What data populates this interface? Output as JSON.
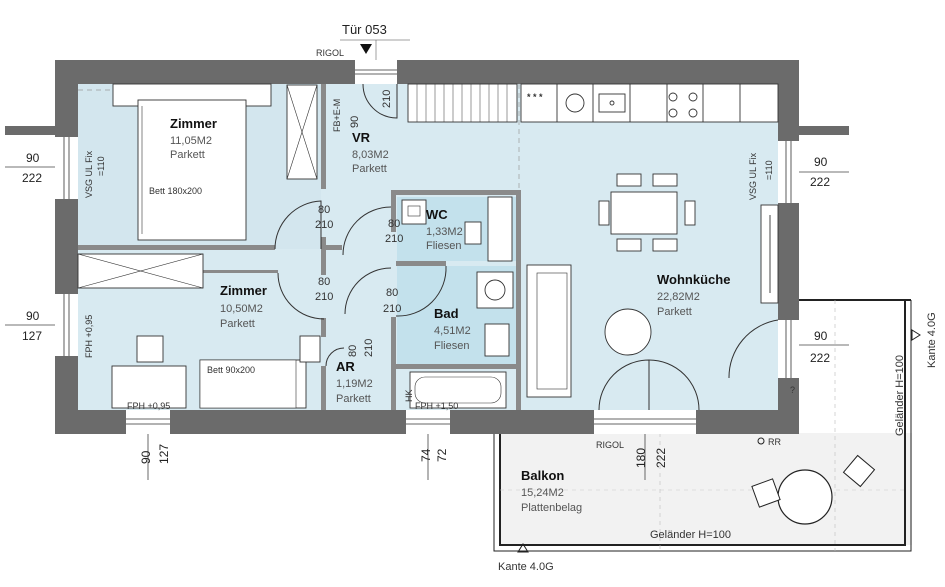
{
  "door_label": "Tür 053",
  "rooms": [
    {
      "key": "zimmer1",
      "name": "Zimmer",
      "area": "11,05M2",
      "floor": "Parkett"
    },
    {
      "key": "vr",
      "name": "VR",
      "area": "8,03M2",
      "floor": "Parkett"
    },
    {
      "key": "wc",
      "name": "WC",
      "area": "1,33M2",
      "floor": "Fliesen"
    },
    {
      "key": "zimmer2",
      "name": "Zimmer",
      "area": "10,50M2",
      "floor": "Parkett"
    },
    {
      "key": "bad",
      "name": "Bad",
      "area": "4,51M2",
      "floor": "Fliesen"
    },
    {
      "key": "ar",
      "name": "AR",
      "area": "1,19M2",
      "floor": "Parkett"
    },
    {
      "key": "wohnkueche",
      "name": "Wohnküche",
      "area": "22,82M2",
      "floor": "Parkett"
    },
    {
      "key": "balkon",
      "name": "Balkon",
      "area": "15,24M2",
      "floor": "Plattenbelag"
    }
  ],
  "furniture": {
    "bed1": "Bett 180x200",
    "bed2": "Bett 90x200",
    "fb_em": "FB+E-M",
    "hk": "HK",
    "stove": "* * *",
    "rr": "RR",
    "question": "?"
  },
  "labels": {
    "rigol": "RIGOL",
    "kante": "Kante 4.0G",
    "gelaender": "Geländer H=100",
    "vsg_left": "VSG UL Fix",
    "vsg_left_val": "=110",
    "vsg_right": "VSG UL Fix",
    "vsg_right_val": "=110",
    "fph_left": "FPH +0,95",
    "fph_bottom_left": "FPH +0,95",
    "fph_bottom_mid": "FPH +1,50"
  },
  "doors": {
    "d_entry": [
      "90",
      "210"
    ],
    "d_z1": [
      "80",
      "210"
    ],
    "d_wc": [
      "80",
      "210"
    ],
    "d_z2": [
      "80",
      "210"
    ],
    "d_bad": [
      "80",
      "210"
    ],
    "d_ar": [
      "80",
      "210"
    ]
  },
  "windows": {
    "w_left_top": [
      "90",
      "222"
    ],
    "w_left_bot": [
      "90",
      "127"
    ],
    "w_right_top": [
      "90",
      "222"
    ],
    "w_right_bal": [
      "90",
      "222"
    ],
    "w_bot_left": [
      "90",
      "127"
    ],
    "w_bot_mid": [
      "74",
      "72"
    ],
    "w_bot_right": [
      "180",
      "222"
    ]
  }
}
